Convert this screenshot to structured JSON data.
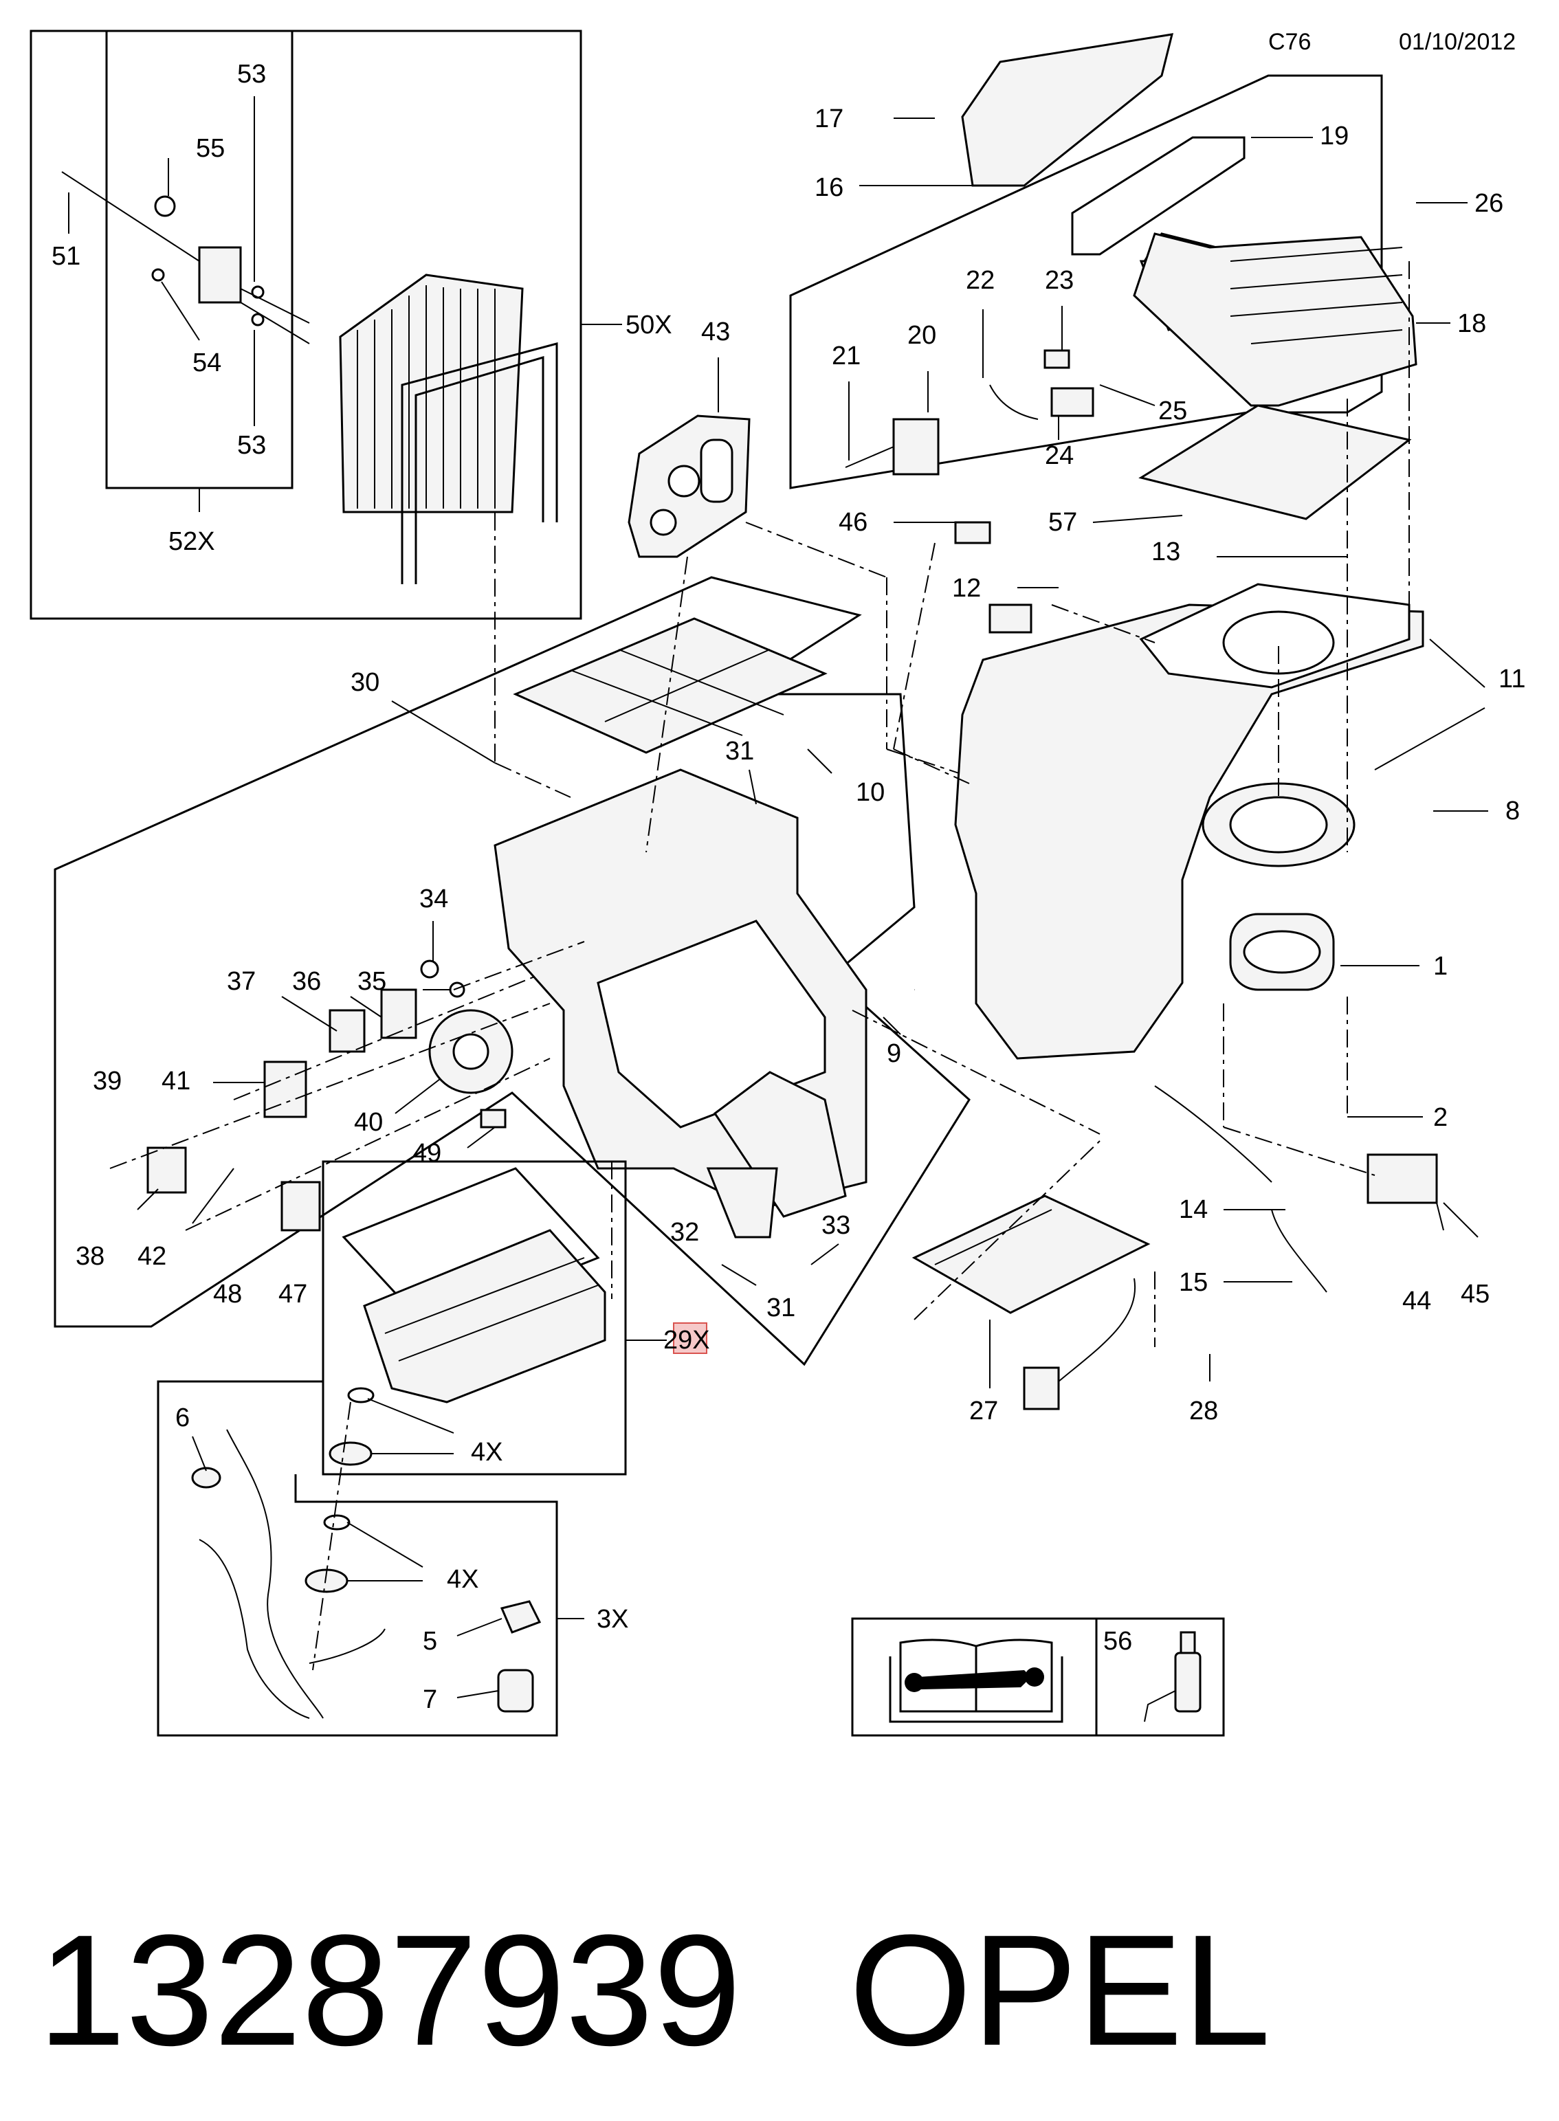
{
  "header": {
    "code": "C76",
    "date": "01/10/2012"
  },
  "footer": {
    "part_number": "13287939",
    "brand": "OPEL"
  },
  "callouts": {
    "c1": "1",
    "c2": "2",
    "c3x": "3X",
    "c4x_a": "4X",
    "c4x_b": "4X",
    "c5": "5",
    "c6": "6",
    "c7": "7",
    "c8": "8",
    "c9": "9",
    "c10": "10",
    "c11": "11",
    "c12": "12",
    "c13": "13",
    "c14": "14",
    "c15": "15",
    "c16": "16",
    "c17": "17",
    "c18": "18",
    "c19": "19",
    "c20": "20",
    "c21": "21",
    "c22": "22",
    "c23": "23",
    "c24": "24",
    "c25": "25",
    "c26": "26",
    "c27": "27",
    "c28": "28",
    "c29x": "29X",
    "c30": "30",
    "c31_a": "31",
    "c31_b": "31",
    "c32": "32",
    "c33": "33",
    "c34": "34",
    "c35": "35",
    "c36": "36",
    "c37": "37",
    "c38": "38",
    "c39": "39",
    "c40": "40",
    "c41": "41",
    "c42": "42",
    "c43": "43",
    "c44": "44",
    "c45": "45",
    "c46": "46",
    "c47": "47",
    "c48": "48",
    "c49": "49",
    "c50x": "50X",
    "c51": "51",
    "c52x": "52X",
    "c53_a": "53",
    "c53_b": "53",
    "c54": "54",
    "c55": "55",
    "c56": "56",
    "c57": "57"
  },
  "icons": {
    "manual": "repair-manual-icon",
    "sealant": "sealant-bottle-icon"
  }
}
